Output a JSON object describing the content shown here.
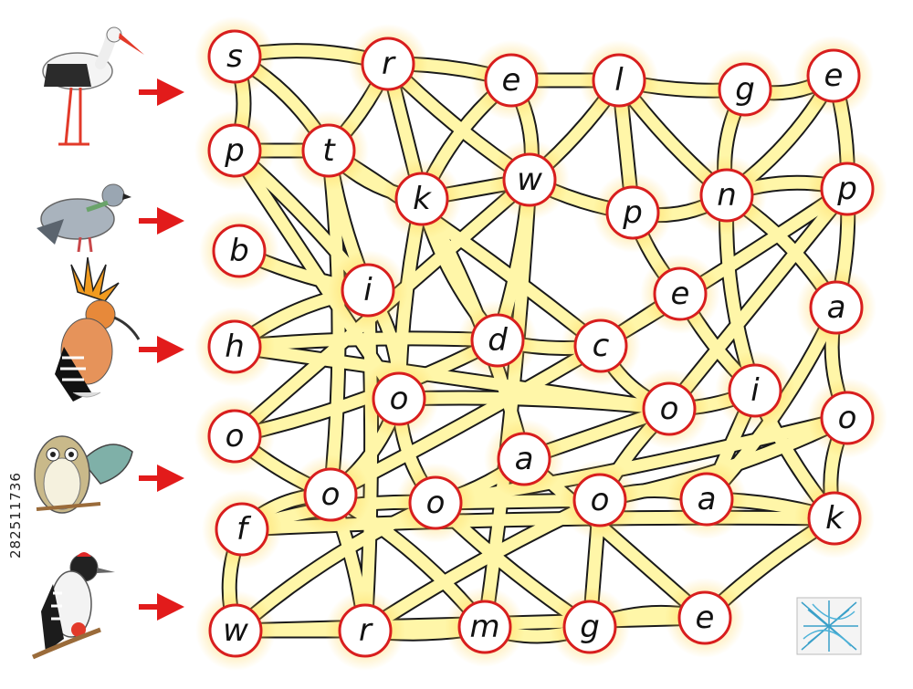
{
  "puzzle": {
    "letters": {
      "s": "s",
      "r1": "r",
      "e1": "e",
      "l": "l",
      "g1": "g",
      "e2": "e",
      "p1": "p",
      "t": "t",
      "k1": "k",
      "w1": "w",
      "p2": "p",
      "n": "n",
      "p3": "p",
      "b": "b",
      "i1": "i",
      "e3": "e",
      "a1": "a",
      "h": "h",
      "d": "d",
      "c": "c",
      "i2": "i",
      "o1": "o",
      "o2": "o",
      "o3": "o",
      "o4": "o",
      "a2": "a",
      "f": "f",
      "o5": "o",
      "o6": "o",
      "o7": "o",
      "a3": "a",
      "k2": "k",
      "w2": "w",
      "r2": "r",
      "m": "m",
      "g2": "g",
      "e4": "e"
    },
    "birds": [
      "stork",
      "pigeon",
      "hoopoe",
      "owl",
      "woodpecker"
    ]
  },
  "colors": {
    "tube_fill": "#fff6a8",
    "tube_edge": "#1a1a1a",
    "circle_stroke": "#d81e1e",
    "arrow": "#e21b1b",
    "glow": "#ffd84a"
  },
  "watermark": {
    "text": "282511736"
  }
}
